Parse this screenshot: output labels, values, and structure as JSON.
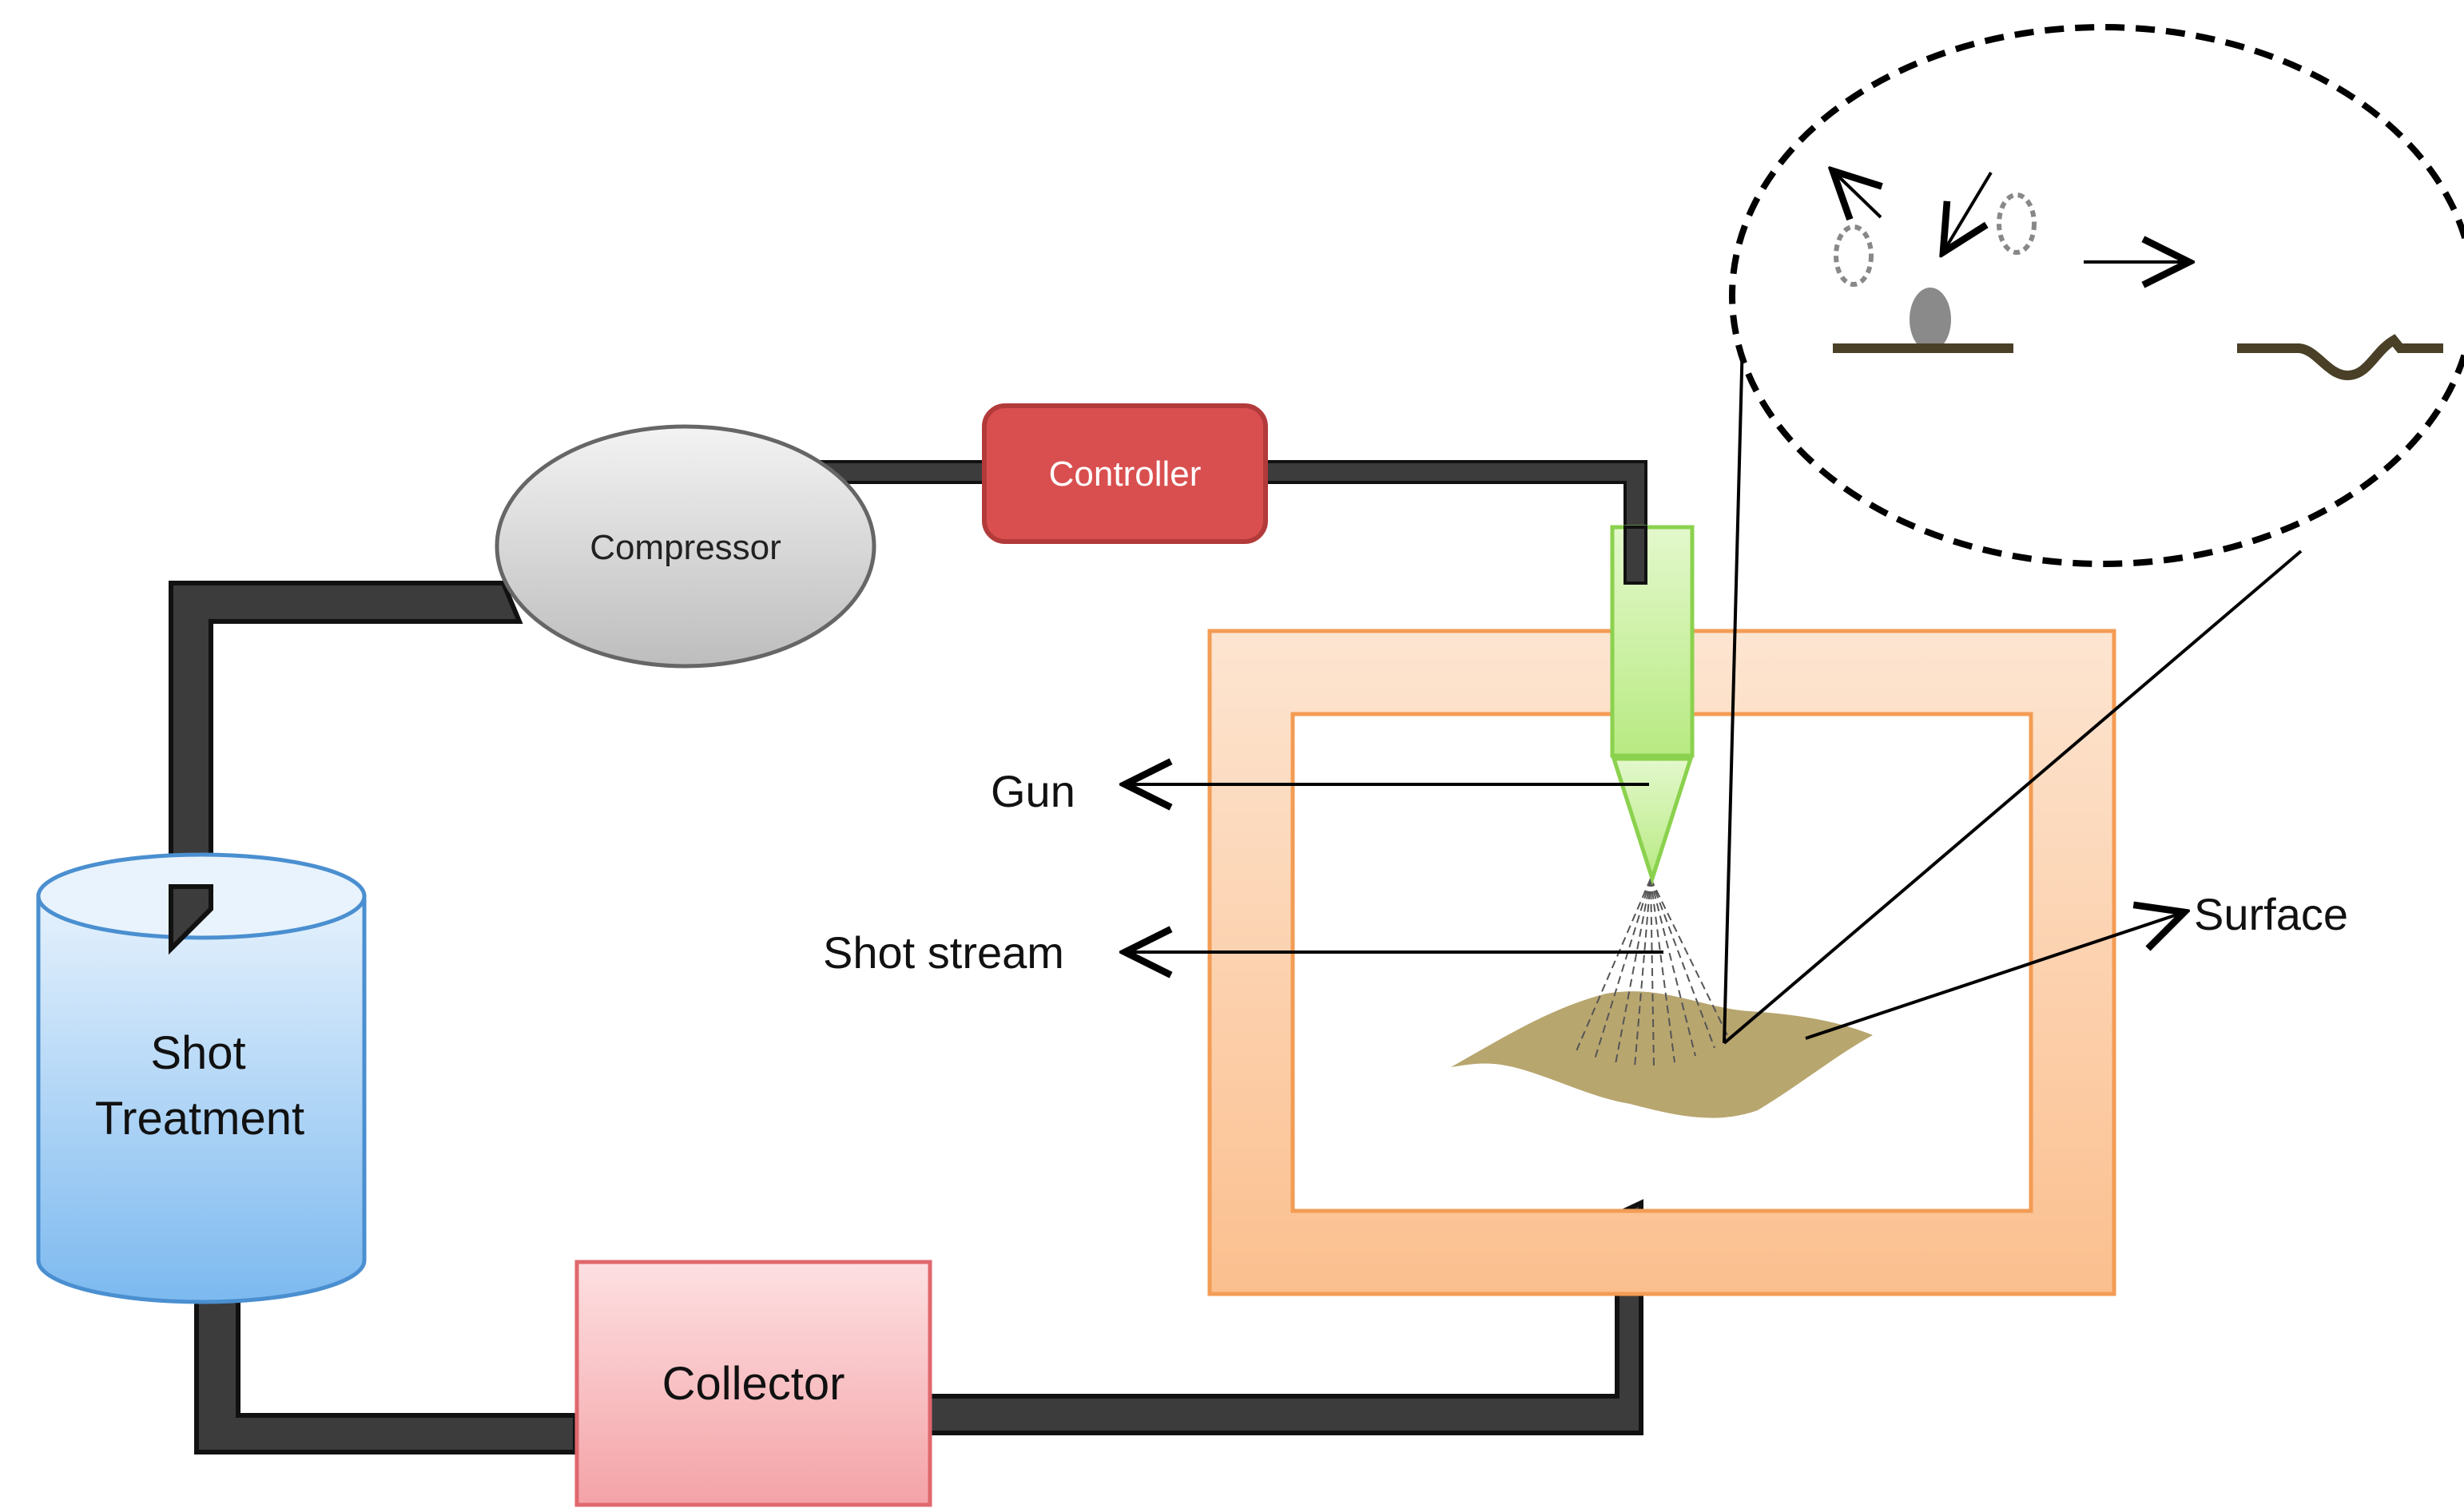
{
  "labels": {
    "compressor": "Compressor",
    "controller": "Controller",
    "shot_treatment_line1": "Shot",
    "shot_treatment_line2": "Treatment",
    "collector": "Collector",
    "gun": "Gun",
    "shot_stream": "Shot stream",
    "surface": "Surface"
  },
  "colors": {
    "pipe": "#3c3c3c",
    "controller_fill": "#d94f4f",
    "collector_fill": "#f7b3b6",
    "tank_fill": "#a9d1f3",
    "chamber_fill": "#fbc9a0",
    "gun_fill": "#c7ef9e",
    "surface_fill": "#b8a66f"
  }
}
